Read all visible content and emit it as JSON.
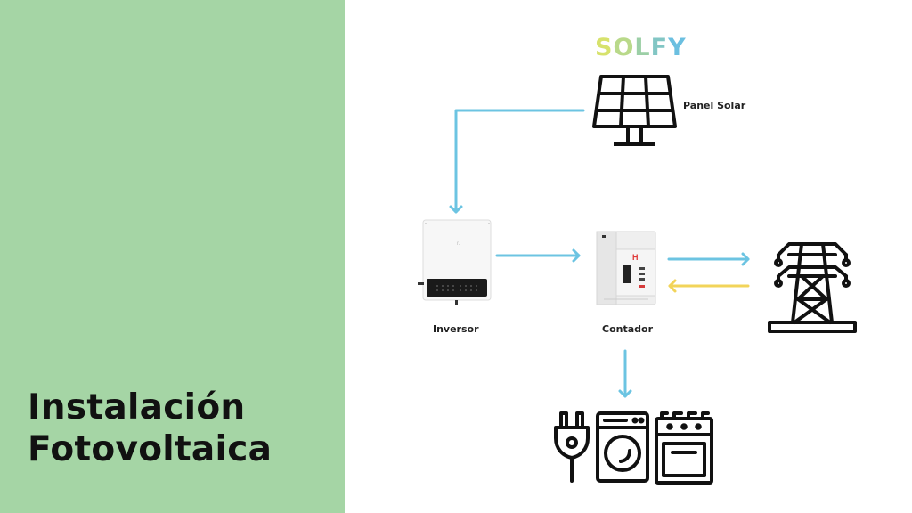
{
  "title": {
    "line1": "Instalación",
    "line2": "Fotovoltaica"
  },
  "logo": {
    "text_parts": [
      "S",
      "O",
      "L",
      "F",
      "Y"
    ],
    "gradient_start": "#d4e06a",
    "gradient_end": "#6bbfe0"
  },
  "nodes": {
    "solar_panel": {
      "label": "Panel Solar",
      "icon": "solar-panel-icon"
    },
    "inverter": {
      "label": "Inversor",
      "icon": "inverter-device"
    },
    "meter": {
      "label": "Contador",
      "icon": "energy-meter-device"
    },
    "grid": {
      "label": "",
      "icon": "power-tower-icon"
    },
    "appliances": {
      "icons": [
        "plug-icon",
        "washing-machine-icon",
        "oven-icon"
      ]
    }
  },
  "colors": {
    "background_left": "#a5d5a5",
    "arrow_blue": "#6cc4e2",
    "arrow_yellow": "#f2d45a",
    "icon_stroke": "#111111"
  },
  "flows": [
    {
      "from": "solar_panel",
      "to": "inverter",
      "color": "blue"
    },
    {
      "from": "inverter",
      "to": "meter",
      "color": "blue"
    },
    {
      "from": "meter",
      "to": "grid",
      "color": "blue"
    },
    {
      "from": "grid",
      "to": "meter",
      "color": "yellow"
    },
    {
      "from": "meter",
      "to": "appliances",
      "color": "blue"
    }
  ]
}
